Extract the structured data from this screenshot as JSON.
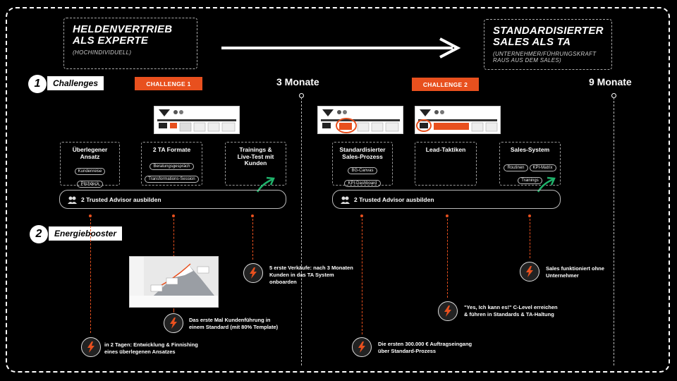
{
  "header": {
    "left_title": "HELDENVERTRIEB\nALS EXPERTE",
    "left_sub": "(HOCHINDIVIDUELL)",
    "right_title": "STANDARDISIERTER\nSALES ALS TA",
    "right_sub": "(UNTERNEHMER/FÜHRUNGSKRAFT\nRAUS AUS DEM SALES)"
  },
  "sections": {
    "challenges": {
      "num": "1",
      "label": "Challenges"
    },
    "energie": {
      "num": "2",
      "label": "Energiebooster"
    }
  },
  "challenge1": "CHALLENGE 1",
  "challenge2": "CHALLENGE 2",
  "month1": "3 Monate",
  "month2": "9 Monate",
  "cards": [
    {
      "title": "Überlegener\nAnsatz",
      "pills": [
        "Kundenreise",
        "Pitchdeck"
      ]
    },
    {
      "title": "2 TA Formate",
      "pills": [
        "Beratungsgespräch",
        "Transformations-Session"
      ]
    },
    {
      "title": "Trainings &\nLive-Test mit\nKunden",
      "pills": []
    },
    {
      "title": "Standardisierter\nSales-Prozess",
      "pills": [
        "BG-Canvas",
        "KPI-Dashboard"
      ]
    },
    {
      "title": "Lead-Taktiken",
      "pills": []
    },
    {
      "title": "Sales-System",
      "pills": [
        "Routinen",
        "KPI-Matrix",
        "Trainings"
      ]
    }
  ],
  "advisor1": "2 Trusted Advisor ausbilden",
  "advisor2": "2 Trusted Advisor ausbilden",
  "energy": [
    "in 2 Tagen: Entwicklung & Finnishing\neines überlegenen Ansatzes",
    "Das erste Mal Kundenführung in\neinem Standard (mit 80% Template)",
    "5 erste Verkäufe: nach 3 Monaten\nKunden in das TA System\nonboarden",
    "Die ersten 300.000 € Auftragseingang\nüber Standard-Prozess",
    "\"Yes, Ich kann es!\" C-Level erreichen\n& führen in Standards & TA-Haltung",
    "Sales funktioniert ohne\nUnternehmer"
  ],
  "colors": {
    "accent": "#e8501e",
    "green": "#1fb36b"
  },
  "icons": {
    "energy": "lightning-icon",
    "advisor": "people-icon",
    "progress": "trend-arrow-icon"
  }
}
